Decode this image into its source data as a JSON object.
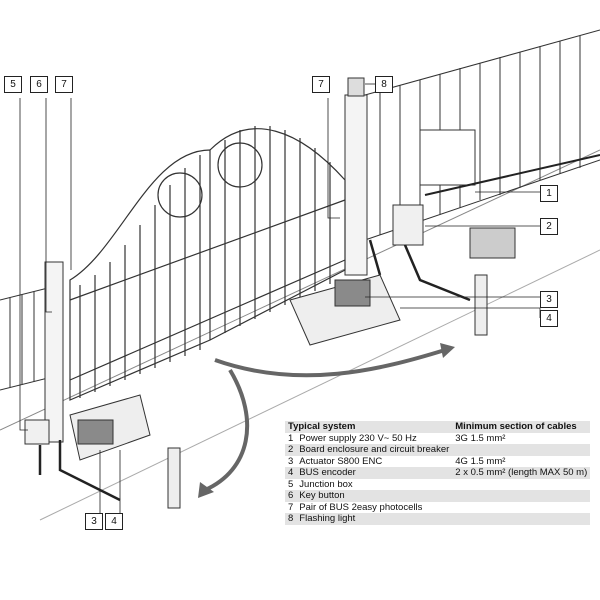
{
  "callouts": {
    "left": [
      "5",
      "6",
      "7"
    ],
    "top": [
      "7",
      "8"
    ],
    "right": [
      "1",
      "2",
      "3",
      "4"
    ],
    "bottom": [
      "3",
      "4"
    ]
  },
  "legend": {
    "header": {
      "col1": "Typical system",
      "col2": "Minimum section of cables"
    },
    "rows": [
      {
        "num": "1",
        "label": "Power supply 230 V~ 50 Hz",
        "cable": "3G 1.5 mm²"
      },
      {
        "num": "2",
        "label": "Board enclosure and circuit breaker",
        "cable": ""
      },
      {
        "num": "3",
        "label": "Actuator S800 ENC",
        "cable": "4G 1.5 mm²"
      },
      {
        "num": "4",
        "label": "BUS encoder",
        "cable": "2 x 0.5 mm² (length MAX 50 m)"
      },
      {
        "num": "5",
        "label": "Junction box",
        "cable": ""
      },
      {
        "num": "6",
        "label": "Key button",
        "cable": ""
      },
      {
        "num": "7",
        "label": "Pair of BUS 2easy photocells",
        "cable": ""
      },
      {
        "num": "8",
        "label": "Flashing light",
        "cable": ""
      }
    ]
  }
}
